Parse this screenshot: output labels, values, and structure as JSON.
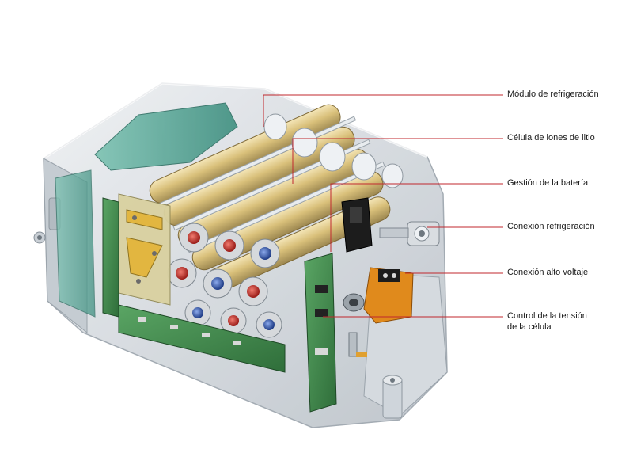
{
  "labels": {
    "cooling_module": "Módulo de refrigeración",
    "li_ion_cell": "Célula de iones de litio",
    "battery_management": "Gestión de la batería",
    "cooling_connection": "Conexión refrigeración",
    "high_voltage_connection": "Conexión alto voltaje",
    "cell_voltage_control_line1": "Control de la tensión",
    "cell_voltage_control_line2": "de la célula"
  },
  "colors": {
    "leader_line": "#c0272d",
    "housing": "#d8dce0",
    "cell_gold": "#d8b24a",
    "terminal_red": "#c8322e",
    "terminal_blue": "#3a5fb8",
    "pcb_green": "#3f8a4c",
    "cooling_teal": "#5aa89a",
    "connector_orange": "#e08a1c"
  }
}
